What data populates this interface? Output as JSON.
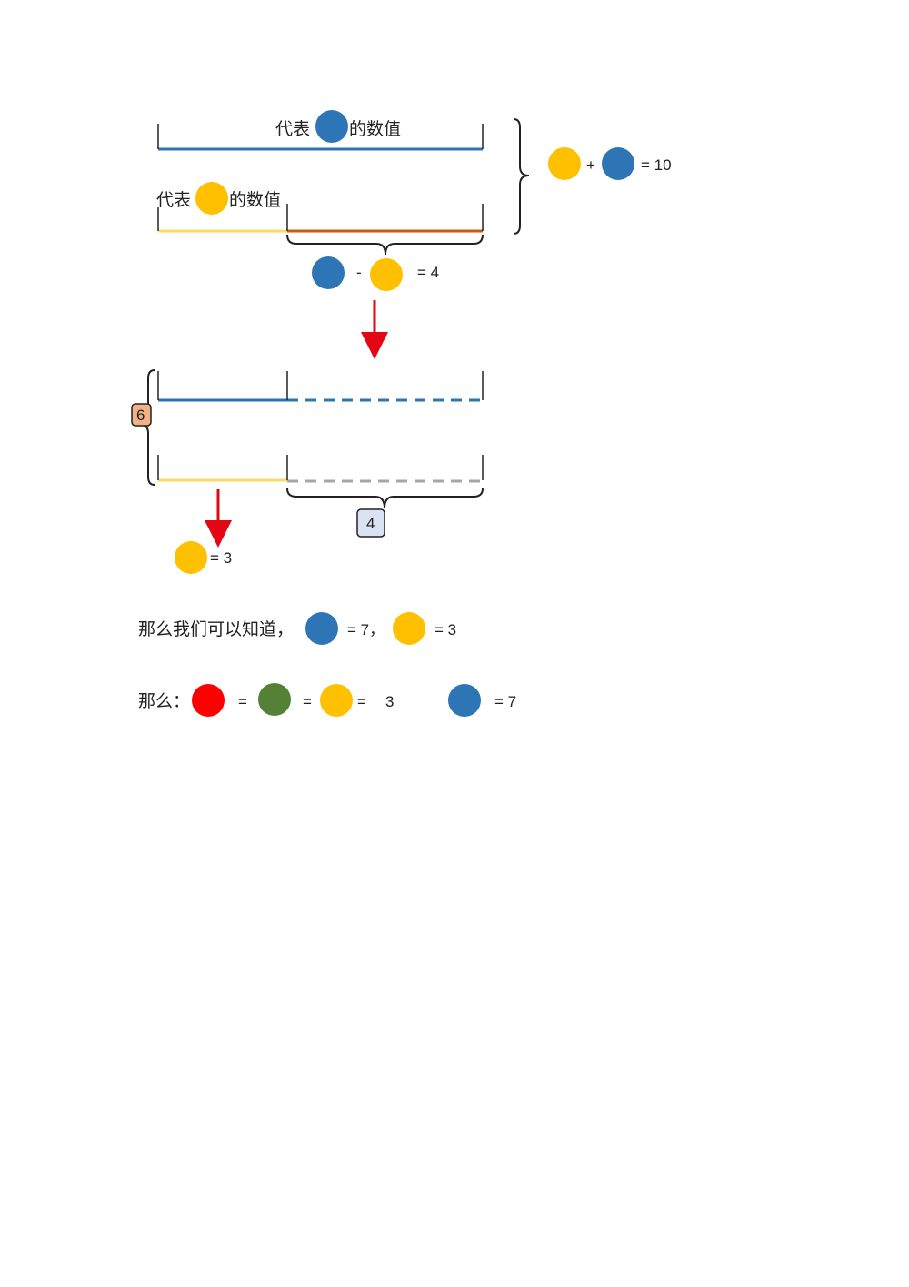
{
  "colors": {
    "blue": "#2e75b6",
    "yellow": "#ffc000",
    "red": "#ff0000",
    "green": "#538135",
    "brown_bar": "#c55a11",
    "light_yellow_bar": "#ffd966",
    "gray_dashed": "#a6a6a6",
    "arrow_red": "#e30613",
    "box_orange": "#f4b183",
    "box_blue": "#dae3f3"
  },
  "top": {
    "blue_label_pre": "代表",
    "blue_label_post": "的数值",
    "yellow_label_pre": "代表",
    "yellow_label_post": "的数值",
    "sum_plus": "+",
    "sum_result": "= 10",
    "diff_minus": "-",
    "diff_result": "= 4"
  },
  "middle": {
    "left_box_value": "6",
    "bottom_box_value": "4",
    "yellow_result": "= 3"
  },
  "conclusion": {
    "line1_text": "那么我们可以知道，",
    "line1_blue_eq": "= 7，",
    "line1_yellow_eq": "= 3",
    "line2_text": "那么：",
    "line2_eq1": "=",
    "line2_eq2": "=",
    "line2_eq3": "=",
    "line2_value": "3",
    "line2_blue_eq": "= 7"
  }
}
